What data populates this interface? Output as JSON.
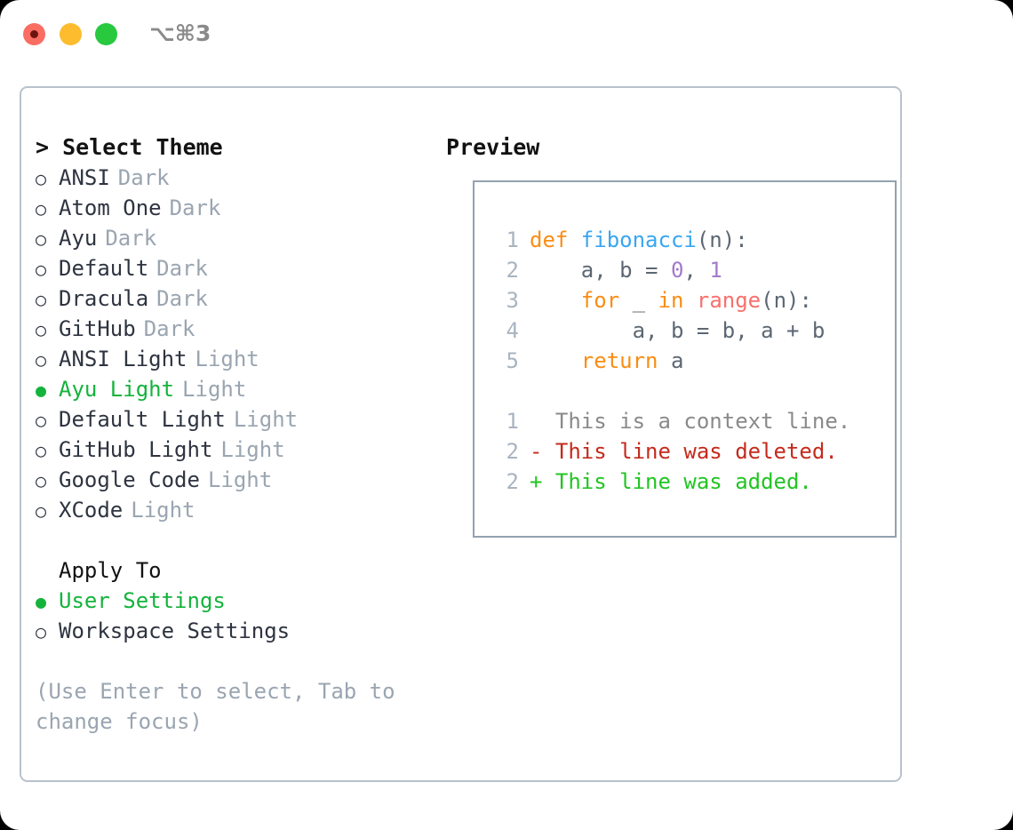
{
  "window": {
    "shortcut_label": "⌥⌘3",
    "traffic_lights": {
      "close": "close-dot",
      "minimize": "minimize-dot",
      "maximize": "maximize-dot"
    }
  },
  "theme_picker": {
    "heading": "> Select Theme",
    "items": [
      {
        "marker": "○",
        "label": "ANSI",
        "tag": "Dark",
        "selected": false
      },
      {
        "marker": "○",
        "label": "Atom One",
        "tag": "Dark",
        "selected": false
      },
      {
        "marker": "○",
        "label": "Ayu",
        "tag": "Dark",
        "selected": false
      },
      {
        "marker": "○",
        "label": "Default",
        "tag": "Dark",
        "selected": false
      },
      {
        "marker": "○",
        "label": "Dracula",
        "tag": "Dark",
        "selected": false
      },
      {
        "marker": "○",
        "label": "GitHub",
        "tag": "Dark",
        "selected": false
      },
      {
        "marker": "○",
        "label": "ANSI Light",
        "tag": "Light",
        "selected": false
      },
      {
        "marker": "●",
        "label": "Ayu Light",
        "tag": "Light",
        "selected": true
      },
      {
        "marker": "○",
        "label": "Default Light",
        "tag": "Light",
        "selected": false
      },
      {
        "marker": "○",
        "label": "GitHub Light",
        "tag": "Light",
        "selected": false
      },
      {
        "marker": "○",
        "label": "Google Code",
        "tag": "Light",
        "selected": false
      },
      {
        "marker": "○",
        "label": "XCode",
        "tag": "Light",
        "selected": false
      }
    ]
  },
  "apply_to": {
    "heading": "Apply To",
    "items": [
      {
        "marker": "●",
        "label": "User Settings",
        "selected": true
      },
      {
        "marker": "○",
        "label": "Workspace Settings",
        "selected": false
      }
    ]
  },
  "hint": "(Use Enter to select, Tab to change focus)",
  "preview": {
    "heading": "Preview",
    "code_lines": [
      {
        "no": "1",
        "tokens": [
          {
            "t": "def ",
            "c": "tok-kw"
          },
          {
            "t": "fibonacci",
            "c": "tok-fn"
          },
          {
            "t": "(n):",
            "c": "tok-pl"
          }
        ]
      },
      {
        "no": "2",
        "tokens": [
          {
            "t": "    a, b = ",
            "c": "tok-pl"
          },
          {
            "t": "0",
            "c": "tok-num"
          },
          {
            "t": ", ",
            "c": "tok-pl"
          },
          {
            "t": "1",
            "c": "tok-num"
          }
        ]
      },
      {
        "no": "3",
        "tokens": [
          {
            "t": "    ",
            "c": "tok-pl"
          },
          {
            "t": "for",
            "c": "tok-kw"
          },
          {
            "t": " _ ",
            "c": "tok-pl"
          },
          {
            "t": "in",
            "c": "tok-kw"
          },
          {
            "t": " ",
            "c": "tok-pl"
          },
          {
            "t": "range",
            "c": "tok-bi"
          },
          {
            "t": "(n):",
            "c": "tok-pl"
          }
        ]
      },
      {
        "no": "4",
        "tokens": [
          {
            "t": "        a, b = b, a + b",
            "c": "tok-pl"
          }
        ]
      },
      {
        "no": "5",
        "tokens": [
          {
            "t": "    ",
            "c": "tok-pl"
          },
          {
            "t": "return",
            "c": "tok-kw"
          },
          {
            "t": " a",
            "c": "tok-pl"
          }
        ]
      }
    ],
    "diff_lines": [
      {
        "no": "1",
        "text": "  This is a context line.",
        "kind": "diff-ctx"
      },
      {
        "no": "2",
        "text": "- This line was deleted.",
        "kind": "diff-del"
      },
      {
        "no": "2",
        "text": "+ This line was added.",
        "kind": "diff-add"
      }
    ]
  },
  "colors": {
    "accent_green": "#14b33c",
    "tag_gray": "#9aa5b1",
    "border": "#b9c2cc",
    "preview_border": "#93a1b0",
    "keyword": "#fa8d14",
    "function": "#39a6f0",
    "number": "#a37acc",
    "builtin": "#f8706c",
    "diff_delete": "#c42b1c",
    "diff_add": "#22c522"
  }
}
